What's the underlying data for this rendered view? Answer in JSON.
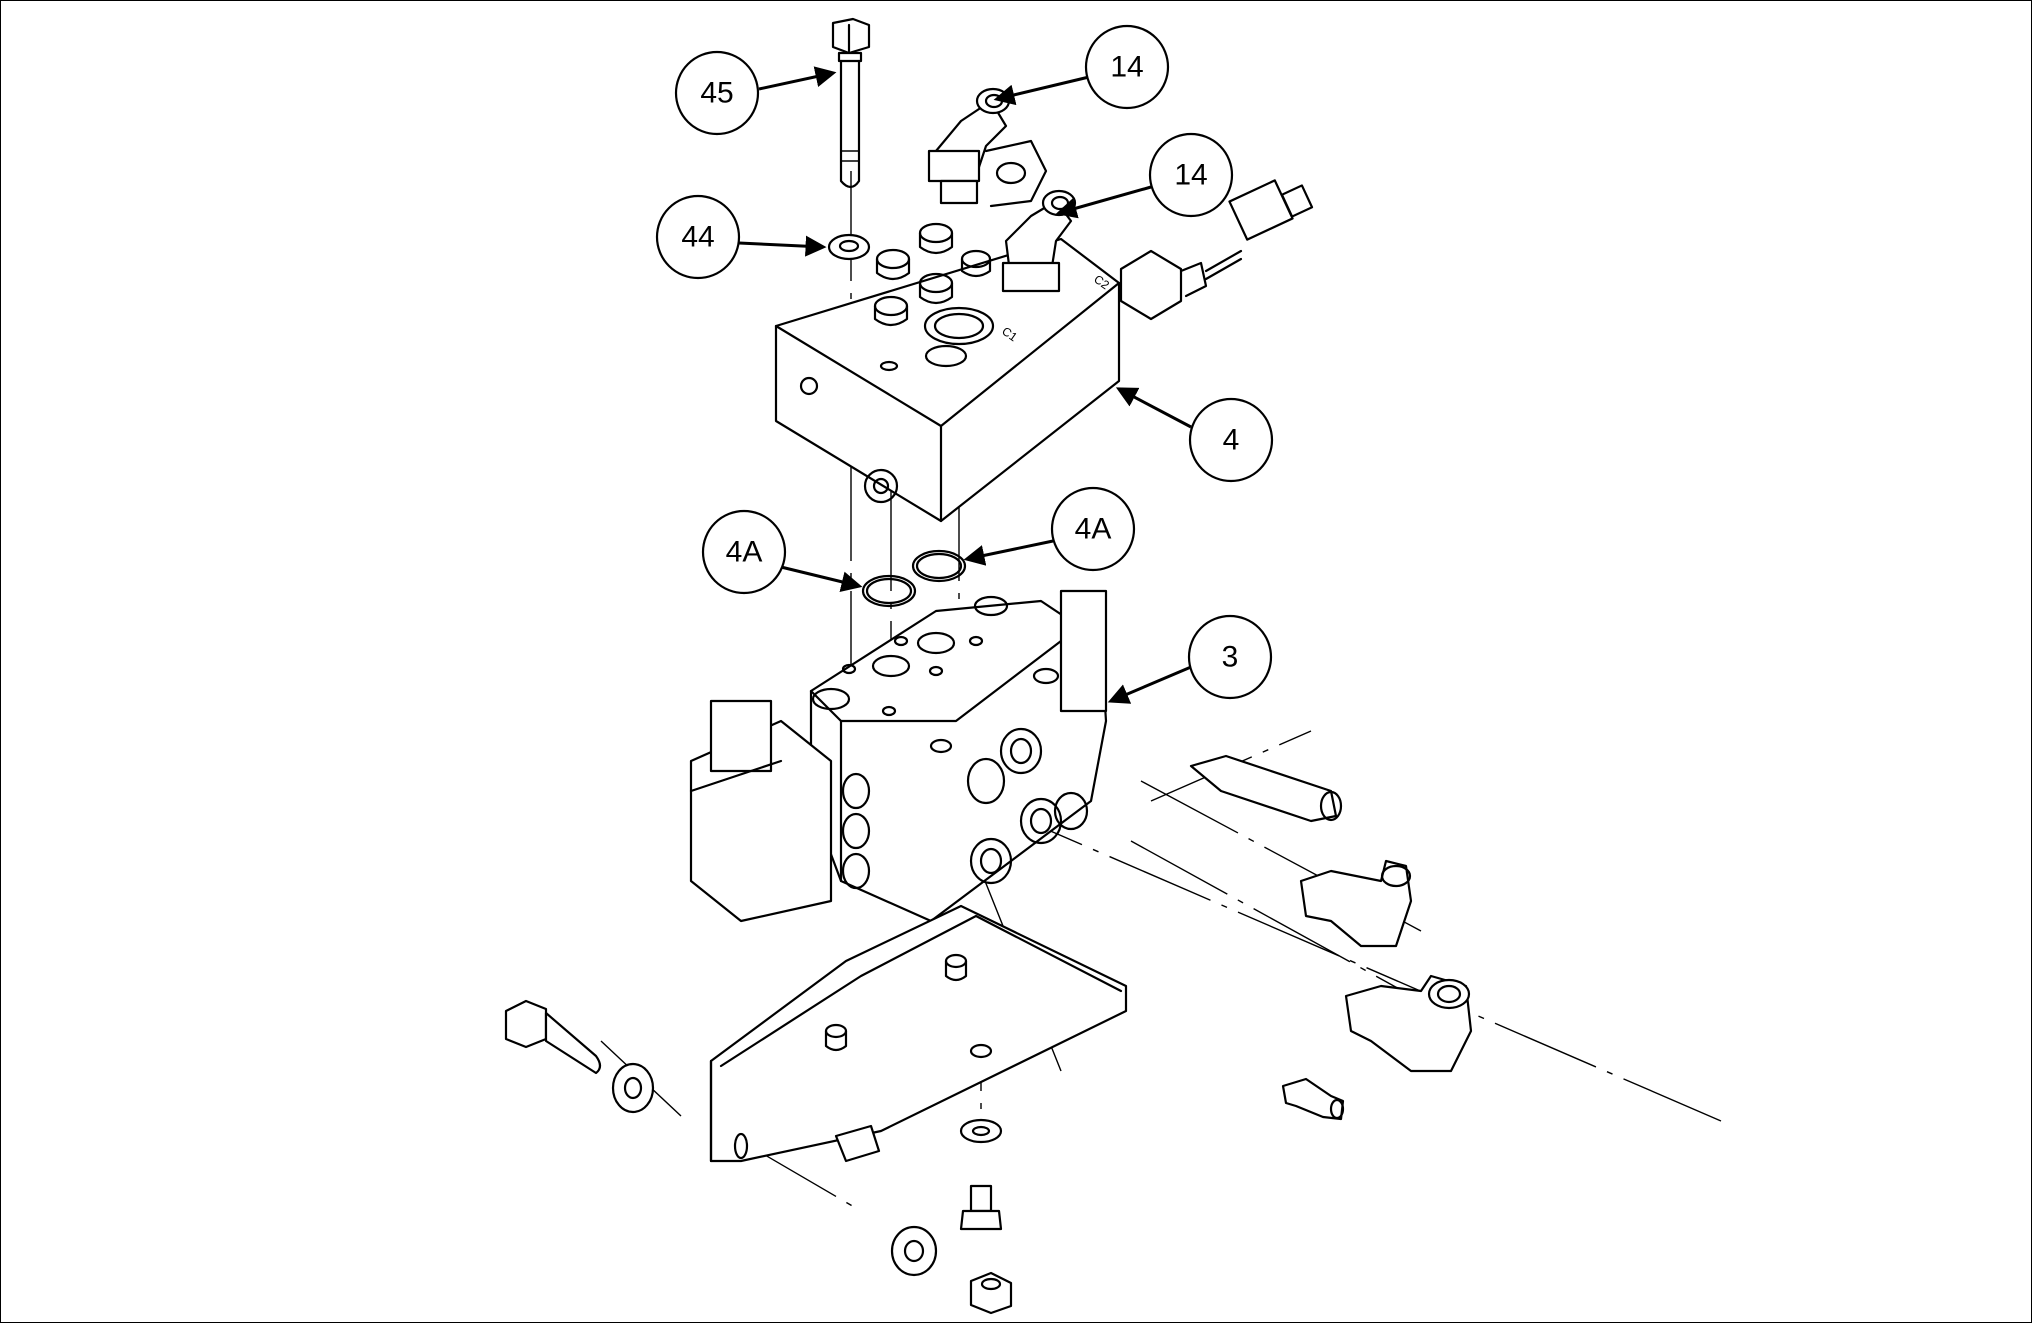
{
  "callouts": [
    {
      "id": "c45",
      "label": "45"
    },
    {
      "id": "c14a",
      "label": "14"
    },
    {
      "id": "c14b",
      "label": "14"
    },
    {
      "id": "c44",
      "label": "44"
    },
    {
      "id": "c4",
      "label": "4"
    },
    {
      "id": "c4a1",
      "label": "4A"
    },
    {
      "id": "c4a2",
      "label": "4A"
    },
    {
      "id": "c3",
      "label": "3"
    }
  ],
  "engravings": {
    "port_c1": "C1",
    "port_c2": "C2"
  },
  "colors": {
    "line": "#000000",
    "background": "#ffffff"
  }
}
